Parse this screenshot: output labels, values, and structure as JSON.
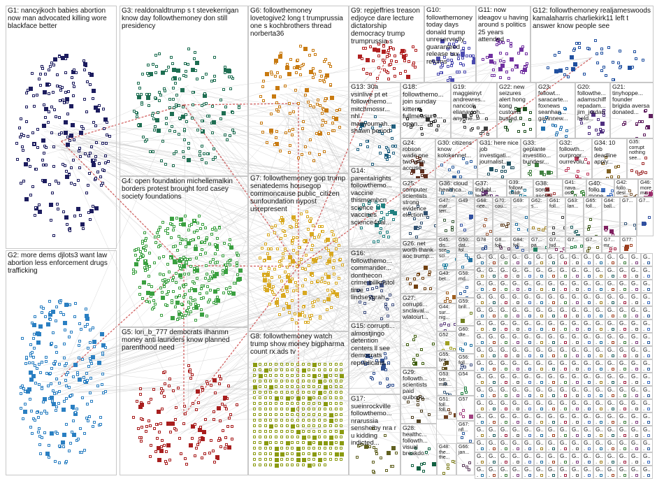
{
  "groups": [
    {
      "id": "G1",
      "label": "G1: nancyjkoch babies abortion now man advocated killing wore blackface better",
      "color": "#1c1c5e",
      "nodes": 210,
      "shape": "ellipse"
    },
    {
      "id": "G2",
      "label": "G2: more dems djlots3 want law abortion less enforcement drugs trafficking",
      "color": "#2a7fc2",
      "nodes": 230,
      "shape": "ellipse"
    },
    {
      "id": "G3",
      "label": "G3: realdonaldtrump s t stevekerrigan know day followthemoney don still presidency",
      "color": "#1e6e52",
      "nodes": 170,
      "shape": "ellipse"
    },
    {
      "id": "G4",
      "label": "G4: open foundation michellemalkin borders protest brought ford casey society foundations",
      "color": "#3aa040",
      "nodes": 300,
      "shape": "ellipse"
    },
    {
      "id": "G5",
      "label": "G5: lori_b_777 democrats ilhanmn money anti launders know planned parenthood need",
      "color": "#a81e1e",
      "nodes": 140,
      "shape": "ellipse"
    },
    {
      "id": "G6",
      "label": "G6: followthemoney lovetogive2 long t trumprussia one s kochbrothers thread norberta36",
      "color": "#c87a10",
      "nodes": 120,
      "shape": "ellipse"
    },
    {
      "id": "G7",
      "label": "G7: followthemoney gop trump senatedems housegop commoncause public_citizen sunfoundation nypost usrepresent",
      "color": "#d8a820",
      "nodes": 200,
      "shape": "ellipse"
    },
    {
      "id": "G8",
      "label": "G8: followthemoney watch trump show money bigpharma count rx.ads tv",
      "color": "#8a9a10",
      "nodes": 320,
      "shape": "grid"
    },
    {
      "id": "G9",
      "label": "G9: repjeffries treason edjoyce dare lecture dictatorship democracy trump trumprussia s",
      "color": "#b02020",
      "nodes": 60,
      "shape": "ellipse"
    },
    {
      "id": "G10",
      "label": "G10: followthemoney today days donald trump unreservedly guaranteed release tax returns",
      "color": "#4a4ab0",
      "nodes": 45,
      "shape": "ellipse"
    },
    {
      "id": "G11",
      "label": "G11: now ideagov u having around s politics 25 years attended",
      "color": "#7030a0",
      "nodes": 45,
      "shape": "ellipse"
    },
    {
      "id": "G12",
      "label": "G12: followthemoney realjameswoods kamalaharris charliekirk11 left t answer know people see",
      "color": "#2050a0",
      "nodes": 40,
      "shape": "ellipse"
    },
    {
      "id": "G13",
      "label": "G13: 30a vsinlive pt et followthemo... mitchmossr... nhl mattyoumah... shawn period",
      "color": "#206080",
      "nodes": 30,
      "shape": "ellipse"
    },
    {
      "id": "G14",
      "label": "G14: parentalrights followthemo... vaccine thismomhcn science vaccines science4sal...",
      "color": "#208080",
      "nodes": 28,
      "shape": "ellipse"
    },
    {
      "id": "G15",
      "label": "G15: corrupti... almostjingo detention centers ll see democrats republicans...",
      "color": "#305090",
      "nodes": 22,
      "shape": "ellipse"
    },
    {
      "id": "G16",
      "label": "G16: followthemo... commander... donthecon crime billkristol time lindseygrah...",
      "color": "#405080",
      "nodes": 24,
      "shape": "ellipse"
    },
    {
      "id": "G17",
      "label": "G17: sueinrockville followthemo... nrarussia senshelby nra r u kidding indicted...",
      "color": "#606020",
      "nodes": 22,
      "shape": "ellipse"
    },
    {
      "id": "G18",
      "label": "G18: followthemo... join sunday kittens fullmeasure... open...",
      "color": "#303030",
      "nodes": 18,
      "shape": "ellipse"
    },
    {
      "id": "G19",
      "label": "G19: maggieinyt andrewres... nancook elianayjoh... anyone...",
      "color": "#404040",
      "nodes": 18,
      "shape": "ellipse"
    },
    {
      "id": "G20",
      "label": "G20: followthe... adamschiff repadam... jim_jordan held...",
      "color": "#503080",
      "nodes": 16,
      "shape": "ellipse"
    },
    {
      "id": "G21",
      "label": "G21: tinyhoppe... founder brigida aversa donated...",
      "color": "#602060",
      "nodes": 14,
      "shape": "ellipse"
    },
    {
      "id": "G22",
      "label": "G22: new seizures alert hong kong customs busted...",
      "color": "#205020",
      "nodes": 14,
      "shape": "ellipse"
    },
    {
      "id": "G23",
      "label": "G23: followt... saracarte... foxnews seanhan... gavinnew...",
      "color": "#2070b0",
      "nodes": 14,
      "shape": "ellipse"
    },
    {
      "id": "G24",
      "label": "G24: robson wade one two men accuse...",
      "color": "#603020",
      "nodes": 12,
      "shape": "ellipse"
    },
    {
      "id": "G25",
      "label": "G25: computer scientists strong evidence election...",
      "color": "#305070",
      "nodes": 12,
      "shape": "ellipse"
    },
    {
      "id": "G26",
      "label": "G26: net worth thank aoc trump...",
      "color": "#704010",
      "nodes": 12,
      "shape": "ellipse"
    },
    {
      "id": "G27",
      "label": "G27: corrupti... snclaval... wlatourt...",
      "color": "#406010",
      "nodes": 10,
      "shape": "ellipse"
    },
    {
      "id": "G28",
      "label": "G28: healthc... followth... visual breakdo...",
      "color": "#106040",
      "nodes": 10,
      "shape": "ellipse"
    },
    {
      "id": "G29",
      "label": "G29: followth... scientists paid quibono...",
      "color": "#504020",
      "nodes": 10,
      "shape": "ellipse"
    },
    {
      "id": "G30",
      "label": "G30: citizens know kolokennet...",
      "color": "#3060a0",
      "nodes": 10,
      "shape": "ellipse"
    },
    {
      "id": "G31",
      "label": "G31: here nice job investigati... journalist...",
      "color": "#205060",
      "nodes": 10,
      "shape": "ellipse"
    },
    {
      "id": "G32",
      "label": "G32: followth... ourprogr... ourrevolu...",
      "color": "#c04060",
      "nodes": 10,
      "shape": "ellipse"
    },
    {
      "id": "G33",
      "label": "G33: geplante investitio... bundesr...",
      "color": "#408040",
      "nodes": 10,
      "shape": "ellipse"
    },
    {
      "id": "G34",
      "label": "G34: 10 feb deadline apply...",
      "color": "#806020",
      "nodes": 8,
      "shape": "ellipse"
    },
    {
      "id": "G35",
      "label": "G35: corrupt nothing see...",
      "color": "#a03030",
      "nodes": 8,
      "shape": "ellipse"
    },
    {
      "id": "G36",
      "label": "G36: cloud healthca...",
      "color": "#3070a0",
      "nodes": 6,
      "shape": "ellipse"
    },
    {
      "id": "G37",
      "label": "G37: indubl... leadin...",
      "color": "#704080",
      "nodes": 6,
      "shape": "ellipse"
    },
    {
      "id": "G38",
      "label": "G38: soros ascen...",
      "color": "#a04040",
      "nodes": 6,
      "shape": "ellipse"
    },
    {
      "id": "G39",
      "label": "G39: followt... childr...",
      "color": "#2080a0",
      "nodes": 6,
      "shape": "ellipse"
    },
    {
      "id": "G40",
      "label": "G40: follo... mone...",
      "color": "#4070c0",
      "nodes": 6,
      "shape": "ellipse"
    },
    {
      "id": "G41",
      "label": "G41: nava... ossi...",
      "color": "#308030",
      "nodes": 6,
      "shape": "ellipse"
    },
    {
      "id": "G42",
      "label": "G42: follo... desi...",
      "color": "#806040",
      "nodes": 6,
      "shape": "ellipse"
    },
    {
      "id": "G43",
      "label": "G43: bet...",
      "color": "#a06020",
      "nodes": 5,
      "shape": "ellipse"
    },
    {
      "id": "G44",
      "label": "G44: sur... nig...",
      "color": "#604080",
      "nodes": 5,
      "shape": "ellipse"
    },
    {
      "id": "G45",
      "label": "G45: dis... sce... sci...",
      "color": "#2080a0",
      "nodes": 5,
      "shape": "ellipse"
    },
    {
      "id": "G46",
      "label": "G46: more ma...",
      "color": "#a03070",
      "nodes": 5,
      "shape": "ellipse"
    },
    {
      "id": "G47",
      "label": "G47: mar... terr...",
      "color": "#406040",
      "nodes": 5,
      "shape": "ellipse"
    },
    {
      "id": "G48",
      "label": "G48: the... the...",
      "color": "#808020",
      "nodes": 5,
      "shape": "ellipse"
    },
    {
      "id": "G49",
      "label": "G49",
      "color": "#3050a0",
      "nodes": 4,
      "shape": "ellipse"
    },
    {
      "id": "G50",
      "label": "G50: dat... fol...",
      "color": "#2070a0",
      "nodes": 4,
      "shape": "ellipse"
    },
    {
      "id": "G51",
      "label": "G51: foll... foll...",
      "color": "#704020",
      "nodes": 4,
      "shape": "ellipse"
    },
    {
      "id": "G52",
      "label": "G52",
      "color": "#a0a020",
      "nodes": 4,
      "shape": "ellipse"
    },
    {
      "id": "G53",
      "label": "G53: txtr... milli...",
      "color": "#406080",
      "nodes": 4,
      "shape": "ellipse"
    },
    {
      "id": "G54",
      "label": "G54",
      "color": "#208040",
      "nodes": 4,
      "shape": "ellipse"
    },
    {
      "id": "G55",
      "label": "G55: bre...",
      "color": "#605020",
      "nodes": 4,
      "shape": "ellipse"
    },
    {
      "id": "G56",
      "label": "G56: foll...",
      "color": "#405080",
      "nodes": 4,
      "shape": "ellipse"
    },
    {
      "id": "G57",
      "label": "G57",
      "color": "#a04080",
      "nodes": 4,
      "shape": "ellipse"
    },
    {
      "id": "G58",
      "label": "G58: md...",
      "color": "#3060a0",
      "nodes": 4,
      "shape": "ellipse"
    },
    {
      "id": "G59",
      "label": "G59: brill...",
      "color": "#708020",
      "nodes": 4,
      "shape": "ellipse"
    },
    {
      "id": "G60",
      "label": "G60: dte...",
      "color": "#2070a0",
      "nodes": 4,
      "shape": "ellipse"
    },
    {
      "id": "G61",
      "label": "G61: foll...",
      "color": "#404040",
      "nodes": 4,
      "shape": "ellipse"
    },
    {
      "id": "G62",
      "label": "G62: s...",
      "color": "#a08020",
      "nodes": 4,
      "shape": "ellipse"
    },
    {
      "id": "G63",
      "label": "G63: lan...",
      "color": "#206060",
      "nodes": 4,
      "shape": "ellipse"
    },
    {
      "id": "G64",
      "label": "G64: ball...",
      "color": "#802060",
      "nodes": 4,
      "shape": "ellipse"
    },
    {
      "id": "G65",
      "label": "G65: foll...",
      "color": "#406020",
      "nodes": 4,
      "shape": "ellipse"
    },
    {
      "id": "G66",
      "label": "G66: jan...",
      "color": "#604060",
      "nodes": 4,
      "shape": "ellipse"
    },
    {
      "id": "G67",
      "label": "G67: nfl...",
      "color": "#3060a0",
      "nodes": 4,
      "shape": "ellipse"
    },
    {
      "id": "G68",
      "label": "G68: nee...",
      "color": "#a06040",
      "nodes": 4,
      "shape": "ellipse"
    },
    {
      "id": "G69",
      "label": "G69: ...",
      "color": "#2070a0",
      "nodes": 4,
      "shape": "ellipse"
    },
    {
      "id": "G70",
      "label": "G70: cou...",
      "color": "#604020",
      "nodes": 4,
      "shape": "ellipse"
    },
    {
      "id": "G71",
      "label": "G7...",
      "color": "#406080",
      "nodes": 3,
      "shape": "ellipse"
    },
    {
      "id": "G72",
      "label": "G7... jud...",
      "color": "#803060",
      "nodes": 3,
      "shape": "ellipse"
    },
    {
      "id": "G73",
      "label": "G7... pa...",
      "color": "#208060",
      "nodes": 3,
      "shape": "ellipse"
    },
    {
      "id": "G74",
      "label": "G7... mr...",
      "color": "#a02040",
      "nodes": 3,
      "shape": "ellipse"
    },
    {
      "id": "G75",
      "label": "G7...",
      "color": "#606020",
      "nodes": 3,
      "shape": "ellipse"
    },
    {
      "id": "G76",
      "label": "G7...",
      "color": "#3050a0",
      "nodes": 3,
      "shape": "ellipse"
    },
    {
      "id": "G77",
      "label": "G77: ...",
      "color": "#a04020",
      "nodes": 3,
      "shape": "ellipse"
    },
    {
      "id": "G78",
      "label": "G78",
      "color": "#204080",
      "nodes": 3,
      "shape": "ellipse"
    },
    {
      "id": "G79",
      "label": "G7...",
      "color": "#208040",
      "nodes": 3,
      "shape": "ellipse"
    },
    {
      "id": "G80",
      "label": "G8... foll...",
      "color": "#604060",
      "nodes": 3,
      "shape": "ellipse"
    },
    {
      "id": "G84",
      "label": "G84: foll...",
      "color": "#4060a0",
      "nodes": 3,
      "shape": "ellipse"
    }
  ],
  "small_cluster_label": "G...",
  "small_cluster_colors": [
    "#2070a0",
    "#a04020",
    "#408040",
    "#804080",
    "#3060a0",
    "#a08020",
    "#206060",
    "#a02040",
    "#606060",
    "#4070c0"
  ],
  "edge_colors": {
    "inter": "#c83c3c",
    "intra": "#bdbdbd"
  }
}
